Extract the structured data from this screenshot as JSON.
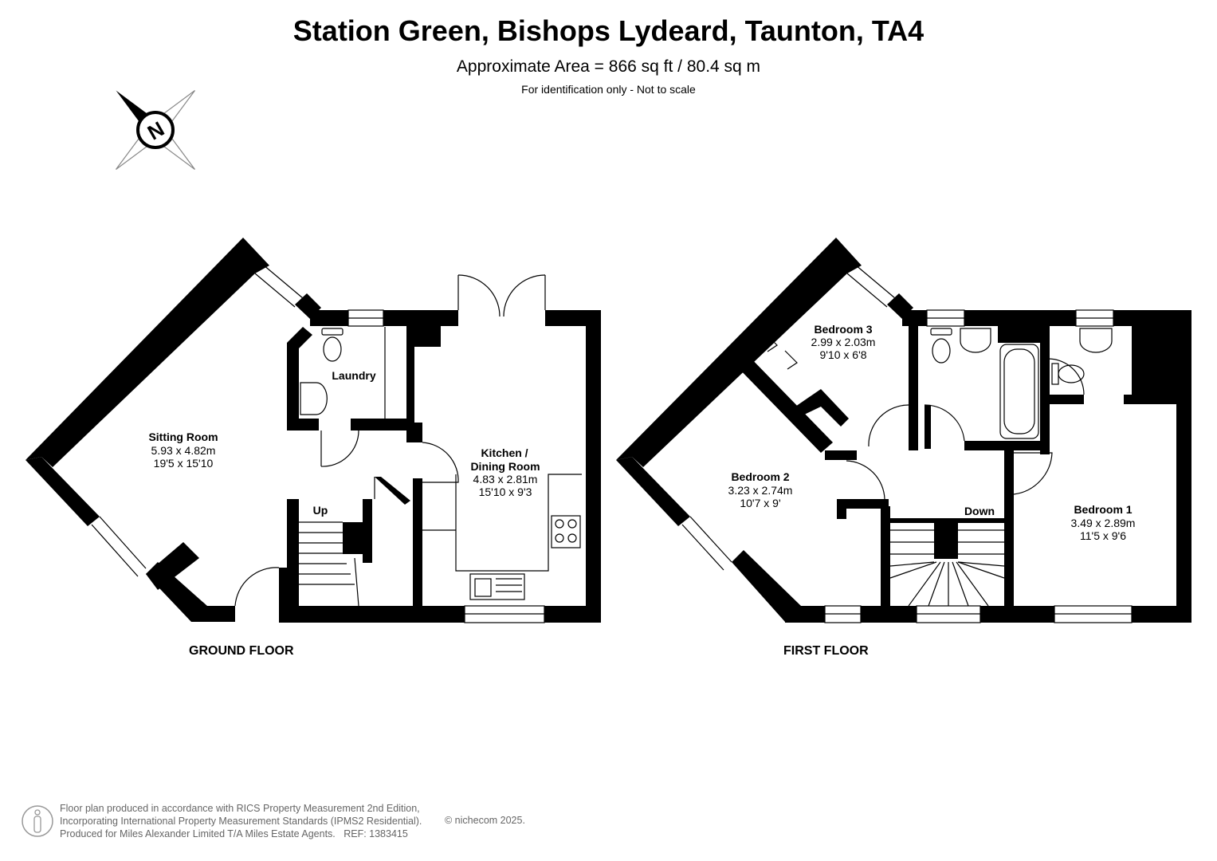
{
  "header": {
    "title": "Station Green, Bishops Lydeard, Taunton, TA4",
    "area": "Approximate Area = 866 sq ft / 80.4 sq m",
    "note": "For identification only - Not to scale"
  },
  "compass": {
    "letter": "N"
  },
  "ground_floor": {
    "label": "GROUND FLOOR",
    "stairs_label": "Up",
    "rooms": {
      "sitting": {
        "name": "Sitting Room",
        "metric": "5.93 x 4.82m",
        "imperial": "19'5 x 15'10"
      },
      "laundry": {
        "name": "Laundry"
      },
      "kitchen": {
        "name_line1": "Kitchen /",
        "name_line2": "Dining Room",
        "metric": "4.83 x 2.81m",
        "imperial": "15'10 x 9'3"
      }
    }
  },
  "first_floor": {
    "label": "FIRST FLOOR",
    "stairs_label": "Down",
    "rooms": {
      "bedroom1": {
        "name": "Bedroom 1",
        "metric": "3.49 x 2.89m",
        "imperial": "11'5 x 9'6"
      },
      "bedroom2": {
        "name": "Bedroom 2",
        "metric": "3.23 x 2.74m",
        "imperial": "10'7 x 9'"
      },
      "bedroom3": {
        "name": "Bedroom 3",
        "metric": "2.99 x 2.03m",
        "imperial": "9'10 x 6'8"
      }
    }
  },
  "footer": {
    "line1": "Floor plan produced in accordance with RICS Property Measurement 2nd Edition,",
    "line2": "Incorporating International Property Measurement Standards (IPMS2 Residential).",
    "line3_a": "Produced for Miles Alexander Limited T/A Miles Estate Agents.",
    "line3_b": "REF: 1383415",
    "copyright": "© nichecom 2025."
  }
}
